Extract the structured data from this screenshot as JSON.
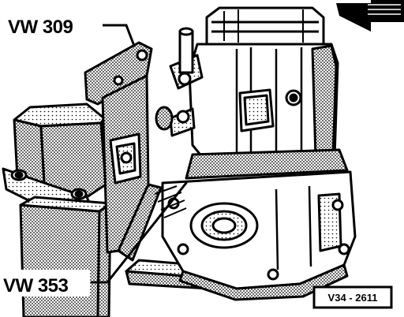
{
  "labels": {
    "tool_upper": "VW 309",
    "tool_lower": "VW 353",
    "figure_code": "V34 - 2611"
  },
  "colors": {
    "ink": "#000000",
    "paper": "#ffffff",
    "shade": "#b8b8b8",
    "shade_dark": "#8a8a8a"
  },
  "icons": {
    "direction_arrow": "arrow-down-left-icon"
  }
}
